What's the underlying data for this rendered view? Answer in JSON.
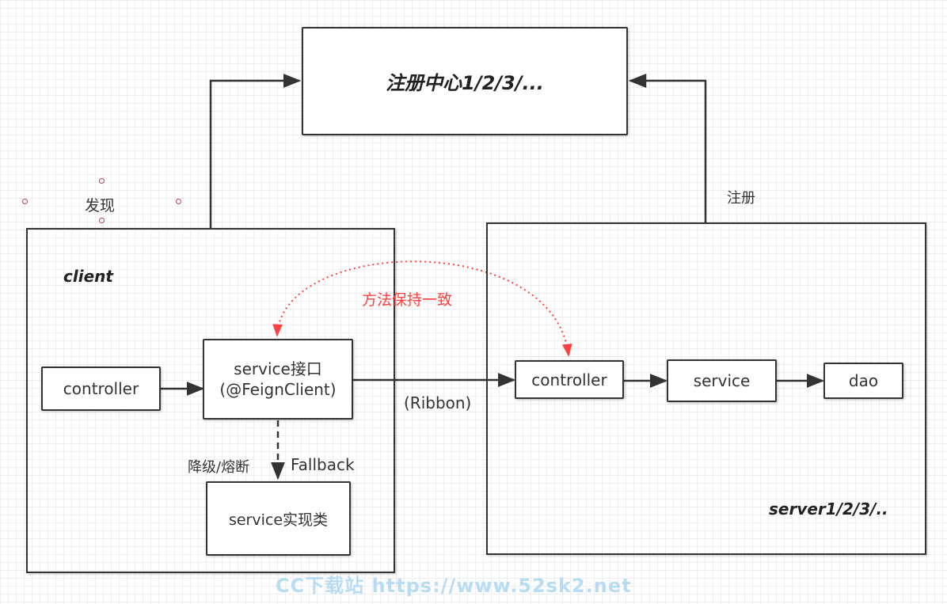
{
  "registry": {
    "title": "注册中心1/2/3/..."
  },
  "labels": {
    "discover": "发现",
    "register": "注册",
    "method_consistency": "方法保持一致",
    "ribbon": "(Ribbon)",
    "degrade": "降级/熔断",
    "fallback": "Fallback"
  },
  "client": {
    "title": "client",
    "controller": "controller",
    "service_interface_line1": "service接口",
    "service_interface_line2": "(@FeignClient)",
    "service_impl": "service实现类"
  },
  "server": {
    "title": "server1/2/3/..",
    "controller": "controller",
    "service": "service",
    "dao": "dao"
  },
  "watermark": "CC下载站 https://www.52sk2.net",
  "colors": {
    "stroke": "#333333",
    "accent_red": "#ff4040",
    "watermark": "#b8dcf4"
  }
}
